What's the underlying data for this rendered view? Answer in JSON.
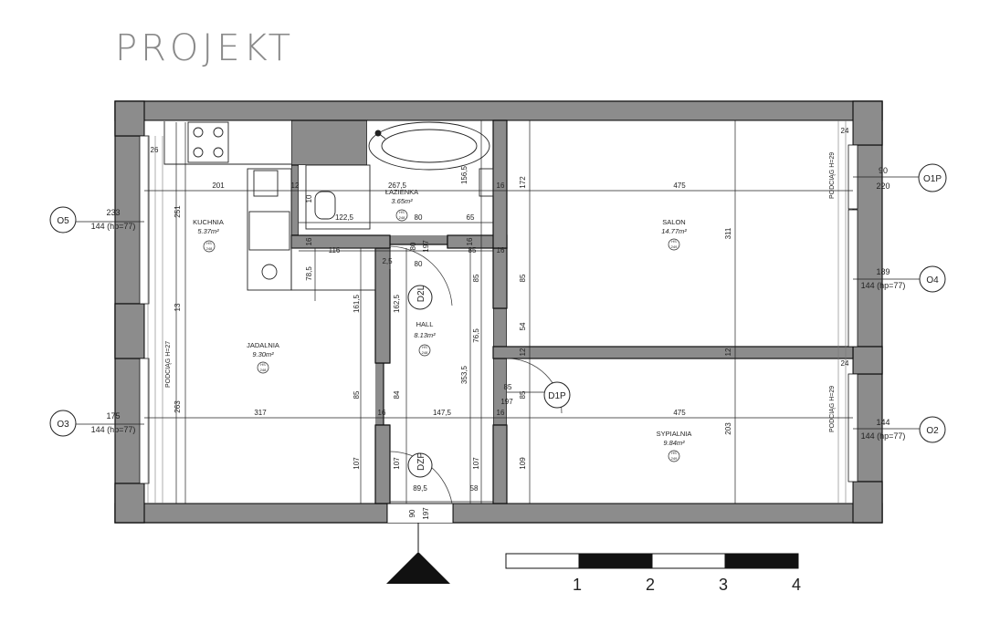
{
  "title": "PROJEKT",
  "rooms": {
    "kuchnia": {
      "name": "KUCHNIA",
      "area": "5.37m²",
      "hs": "HS",
      "hs_val": "248"
    },
    "lazienka": {
      "name": "ŁAZIENKA",
      "area": "3.65m²",
      "hs": "HS",
      "hs_val": "248"
    },
    "salon": {
      "name": "SALON",
      "area": "14.77m²",
      "hs": "HS",
      "hs_val": "249"
    },
    "jadalnia": {
      "name": "JADALNIA",
      "area": "9.30m²",
      "hs": "HS",
      "hs_val": "248"
    },
    "hall": {
      "name": "HALL",
      "area": "8.13m²",
      "hs": "HS",
      "hs_val": "248"
    },
    "sypialnia": {
      "name": "SYPIALNIA",
      "area": "9.84m²",
      "hs": "HS",
      "hs_val": "249"
    }
  },
  "windows": {
    "o5": {
      "tag": "O5",
      "width": "233",
      "sill": "144 (hp=77)"
    },
    "o3": {
      "tag": "O3",
      "width": "175",
      "sill": "144 (hp=77)"
    },
    "o1p": {
      "tag": "O1P",
      "width": "90",
      "height": "220"
    },
    "o4": {
      "tag": "O4",
      "width": "189",
      "sill": "144 (hp=77)"
    },
    "o2": {
      "tag": "O2",
      "width": "144",
      "sill": "144 (hp=77)"
    }
  },
  "doors": {
    "d2l": "D2L",
    "dzp": "DZP",
    "d1p": "D1P"
  },
  "podciag": {
    "label": "PODCIĄG H=29",
    "left_label": "PODCIĄG H=27"
  },
  "dims": {
    "d26": "26",
    "d201": "201",
    "d251": "251",
    "d263": "263",
    "d317": "317",
    "d13": "13",
    "d267": "267,5",
    "d12": "12",
    "d10": "10",
    "d1225": "122,5",
    "d80a": "80",
    "d65": "65",
    "d1565": "156,5",
    "d16a": "16",
    "d116": "116",
    "d80b": "80",
    "d197a": "197",
    "d85a": "85",
    "d16b": "16",
    "d25": "2,5",
    "d80c": "80",
    "d785": "78,5",
    "d1615": "161,5",
    "d1625": "162,5",
    "d85b": "85",
    "d765": "76,5",
    "d3535": "353,5",
    "d85c": "85",
    "d84": "84",
    "d1475": "147,5",
    "d16c": "16",
    "d16d": "16",
    "d107a": "107",
    "d107b": "107",
    "d107c": "107",
    "d895": "89,5",
    "d58": "58",
    "d90": "90",
    "d197b": "197",
    "d172": "172",
    "d475a": "475",
    "d311": "311",
    "d85d": "85",
    "d54": "54",
    "d12b": "12",
    "d12c": "12",
    "d24a": "24",
    "d475b": "475",
    "d203": "203",
    "d109": "109",
    "d24b": "24",
    "d85e": "85",
    "d197c": "197",
    "d16e": "16",
    "d85f": "85",
    "d16f": "16"
  },
  "scale": {
    "labels": [
      "1",
      "2",
      "3",
      "4"
    ]
  }
}
